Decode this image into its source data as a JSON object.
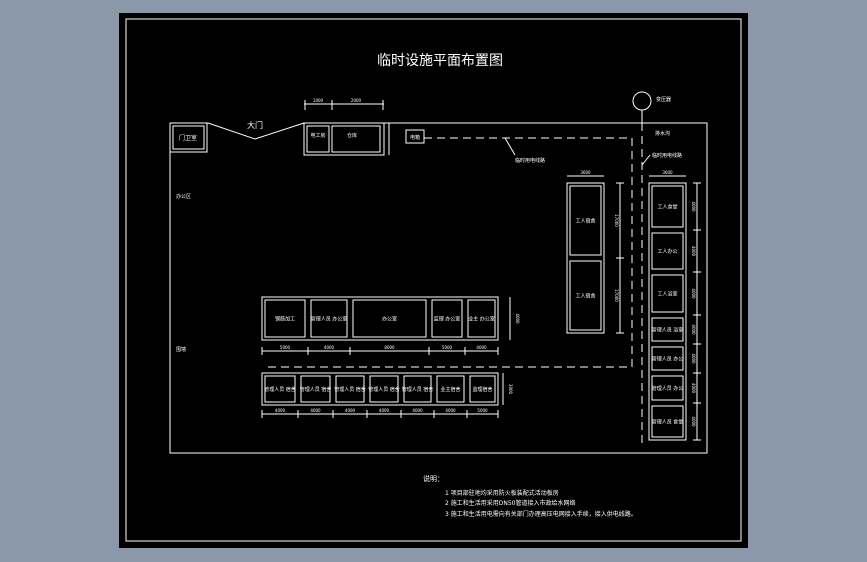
{
  "title": "临时设施平面布置图",
  "colors": {
    "background": "#8b98a9",
    "sheet": "#000000",
    "lines": "#ffffff"
  },
  "labels": {
    "gate": "大门",
    "guard_room": "门卫室",
    "electric_room": "电工房",
    "warehouse": "仓库",
    "switch_box": "电箱",
    "transformer": "变压器",
    "power_line": "临时用电线路",
    "power_line_right": "临时用电线路",
    "drain": "排水沟",
    "office_area": "办公区",
    "wall": "围墙"
  },
  "top_dims": [
    "1000",
    "2000"
  ],
  "mid_column": {
    "rooms": [
      "工人宿舍",
      "工人宿舍"
    ],
    "width_dim": "3600",
    "dims": [
      "17000",
      "17000"
    ]
  },
  "right_column": {
    "rooms": [
      "工人食堂",
      "工人办公",
      "工人浴室",
      "管理人员 浴室",
      "管理人员 办公",
      "管理人员 办公",
      "管理人员 食堂"
    ],
    "width_dim": "3600",
    "dims": [
      "4000",
      "4000",
      "4000",
      "4000",
      "4000",
      "4000",
      "4000"
    ]
  },
  "row1": {
    "rooms": [
      "钢筋加工",
      "管理人员 办公室",
      "办公室",
      "监理 办公室",
      "业主 办公室"
    ],
    "dims": [
      "5000",
      "4000",
      "8000",
      "5000",
      "4000"
    ],
    "height_dim": "4000"
  },
  "row2": {
    "rooms": [
      "管理人员 宿舍",
      "管理人员 宿舍",
      "管理人员 宿舍",
      "管理人员 宿舍",
      "管理人员 宿舍",
      "业主宿舍",
      "监理宿舍"
    ],
    "dims": [
      "4000",
      "4000",
      "4000",
      "4000",
      "4000",
      "4000",
      "5000"
    ],
    "height_dim": "3000"
  },
  "notes": {
    "heading": "说明：",
    "items": [
      "1 项目部驻地均采用防火板装配式活动板房",
      "2 施工和生活用采用DN50管道接入市政给水网络",
      "3 施工和生活用电需向有关部门办理高压电网接入手续，接入供电线路。"
    ]
  }
}
